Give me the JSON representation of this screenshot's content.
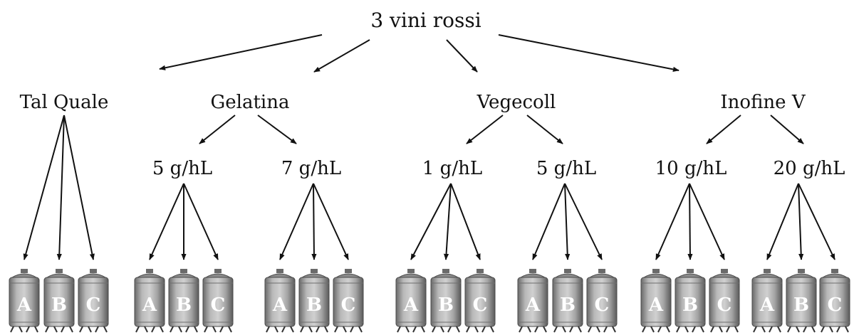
{
  "root": "3 vini rossi",
  "treatments": [
    {
      "label": "Tal Quale",
      "doses": []
    },
    {
      "label": "Gelatina",
      "doses": [
        "5 g/hL",
        "7 g/hL"
      ]
    },
    {
      "label": "Vegecoll",
      "doses": [
        "1 g/hL",
        "5 g/hL"
      ]
    },
    {
      "label": "Inofine V",
      "doses": [
        "10 g/hL",
        "20 g/hL"
      ]
    }
  ],
  "replicates": [
    "A",
    "B",
    "C"
  ],
  "colors": {
    "ink": "#111111",
    "tank": "#9a9a9a",
    "tank_dark": "#5e5e5e",
    "tank_light": "#c8c8c8"
  }
}
